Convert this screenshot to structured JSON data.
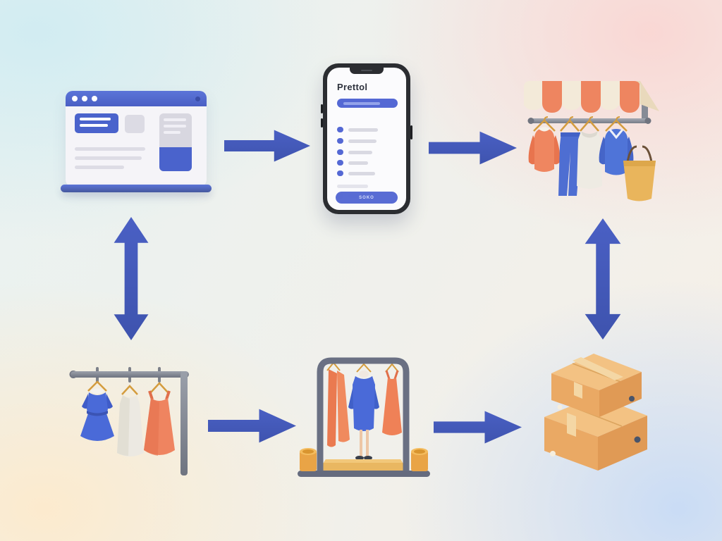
{
  "meta": {
    "description": "3D flow illustration of online clothing shopping: browser and phone app lead to a storefront clothes rail; a clothing rack leads to a fitting room and shipped boxes"
  },
  "colors": {
    "arrow_blue": "#4459b8",
    "ui_blue": "#4a63cc",
    "awning_orange": "#ee8560",
    "awning_cream": "#f3ead9",
    "rail_gray": "#868b96",
    "dress_blue": "#4a6ad8",
    "dress_orange": "#ef8460",
    "dress_white": "#ece9e2",
    "bag_yellow": "#e9b55c",
    "box_tan": "#eaa964",
    "bg_top_left": "#d8edf3",
    "bg_top_right": "#fbe2e0",
    "bg_bottom_left": "#fdeed3",
    "bg_bottom_right": "#cfdff7"
  },
  "phone": {
    "app_title": "Prettol",
    "cta_label": "SOKO"
  },
  "nodes": [
    {
      "id": "browser-window",
      "row": "top",
      "col": 1
    },
    {
      "id": "shopping-app-phone",
      "row": "top",
      "col": 2
    },
    {
      "id": "storefront-clothes-rail",
      "row": "top",
      "col": 3
    },
    {
      "id": "clothing-rack",
      "row": "bottom",
      "col": 1
    },
    {
      "id": "fitting-room",
      "row": "bottom",
      "col": 2
    },
    {
      "id": "shipping-boxes",
      "row": "bottom",
      "col": 3
    }
  ],
  "arrows": [
    {
      "from": "browser-window",
      "to": "shopping-app-phone",
      "type": "right"
    },
    {
      "from": "shopping-app-phone",
      "to": "storefront-clothes-rail",
      "type": "right"
    },
    {
      "from": "browser-window",
      "to": "clothing-rack",
      "type": "double-vertical"
    },
    {
      "from": "storefront-clothes-rail",
      "to": "shipping-boxes",
      "type": "double-vertical"
    },
    {
      "from": "clothing-rack",
      "to": "fitting-room",
      "type": "right"
    },
    {
      "from": "fitting-room",
      "to": "shipping-boxes",
      "type": "right"
    }
  ]
}
